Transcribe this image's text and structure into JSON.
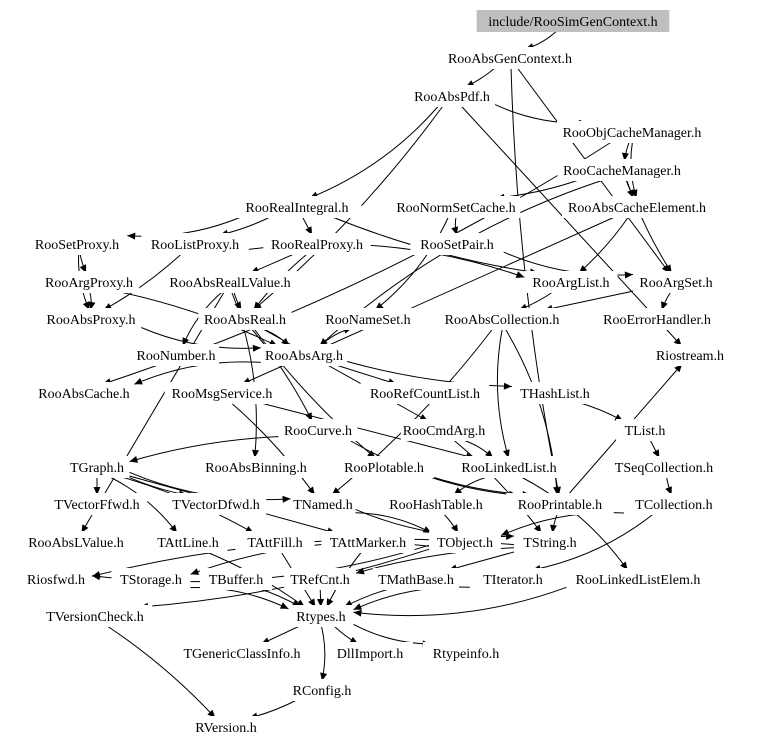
{
  "root": "include/RooSimGenContext.h",
  "nodes": [
    {
      "id": "root",
      "label": "include/RooSimGenContext.h",
      "highlight": true
    },
    {
      "id": "agc",
      "label": "RooAbsGenContext.h"
    },
    {
      "id": "apdf",
      "label": "RooAbsPdf.h"
    },
    {
      "id": "ocm",
      "label": "RooObjCacheManager.h"
    },
    {
      "id": "ccm",
      "label": "RooCacheManager.h"
    },
    {
      "id": "ri",
      "label": "RooRealIntegral.h"
    },
    {
      "id": "nsc",
      "label": "RooNormSetCache.h"
    },
    {
      "id": "ace",
      "label": "RooAbsCacheElement.h"
    },
    {
      "id": "sp",
      "label": "RooSetProxy.h"
    },
    {
      "id": "lp",
      "label": "RooListProxy.h"
    },
    {
      "id": "rp",
      "label": "RooRealProxy.h"
    },
    {
      "id": "spair",
      "label": "RooSetPair.h"
    },
    {
      "id": "ap",
      "label": "RooArgProxy.h"
    },
    {
      "id": "arlv",
      "label": "RooAbsRealLValue.h"
    },
    {
      "id": "al",
      "label": "RooArgList.h"
    },
    {
      "id": "as",
      "label": "RooArgSet.h"
    },
    {
      "id": "aproxy",
      "label": "RooAbsProxy.h"
    },
    {
      "id": "areal",
      "label": "RooAbsReal.h"
    },
    {
      "id": "ns",
      "label": "RooNameSet.h"
    },
    {
      "id": "acoll",
      "label": "RooAbsCollection.h"
    },
    {
      "id": "eh",
      "label": "RooErrorHandler.h"
    },
    {
      "id": "num",
      "label": "RooNumber.h"
    },
    {
      "id": "aarg",
      "label": "RooAbsArg.h"
    },
    {
      "id": "riostream",
      "label": "Riostream.h"
    },
    {
      "id": "acache",
      "label": "RooAbsCache.h"
    },
    {
      "id": "msg",
      "label": "RooMsgService.h"
    },
    {
      "id": "rcl",
      "label": "RooRefCountList.h"
    },
    {
      "id": "thl",
      "label": "THashList.h"
    },
    {
      "id": "curve",
      "label": "RooCurve.h"
    },
    {
      "id": "cmd",
      "label": "RooCmdArg.h"
    },
    {
      "id": "tlist",
      "label": "TList.h"
    },
    {
      "id": "tgraph",
      "label": "TGraph.h"
    },
    {
      "id": "abin",
      "label": "RooAbsBinning.h"
    },
    {
      "id": "plot",
      "label": "RooPlotable.h"
    },
    {
      "id": "ll",
      "label": "RooLinkedList.h"
    },
    {
      "id": "tseq",
      "label": "TSeqCollection.h"
    },
    {
      "id": "tvff",
      "label": "TVectorFfwd.h"
    },
    {
      "id": "tvdf",
      "label": "TVectorDfwd.h"
    },
    {
      "id": "tnamed",
      "label": "TNamed.h"
    },
    {
      "id": "ht",
      "label": "RooHashTable.h"
    },
    {
      "id": "printable",
      "label": "RooPrintable.h"
    },
    {
      "id": "tcoll",
      "label": "TCollection.h"
    },
    {
      "id": "alv",
      "label": "RooAbsLValue.h"
    },
    {
      "id": "tattline",
      "label": "TAttLine.h"
    },
    {
      "id": "tattfill",
      "label": "TAttFill.h"
    },
    {
      "id": "tattmarker",
      "label": "TAttMarker.h"
    },
    {
      "id": "tobject",
      "label": "TObject.h"
    },
    {
      "id": "tstring",
      "label": "TString.h"
    },
    {
      "id": "riosfwd",
      "label": "Riosfwd.h"
    },
    {
      "id": "tstorage",
      "label": "TStorage.h"
    },
    {
      "id": "tbuffer",
      "label": "TBuffer.h"
    },
    {
      "id": "trefcnt",
      "label": "TRefCnt.h"
    },
    {
      "id": "tmath",
      "label": "TMathBase.h"
    },
    {
      "id": "titer",
      "label": "TIterator.h"
    },
    {
      "id": "lle",
      "label": "RooLinkedListElem.h"
    },
    {
      "id": "tvc",
      "label": "TVersionCheck.h"
    },
    {
      "id": "rtypes",
      "label": "Rtypes.h"
    },
    {
      "id": "tgci",
      "label": "TGenericClassInfo.h"
    },
    {
      "id": "dll",
      "label": "DllImport.h"
    },
    {
      "id": "rtinfo",
      "label": "Rtypeinfo.h"
    },
    {
      "id": "rconfig",
      "label": "RConfig.h"
    },
    {
      "id": "rversion",
      "label": "RVersion.h"
    }
  ],
  "edges": [
    [
      "root",
      "agc"
    ],
    [
      "agc",
      "apdf"
    ],
    [
      "agc",
      "as"
    ],
    [
      "agc",
      "printable"
    ],
    [
      "apdf",
      "ocm"
    ],
    [
      "apdf",
      "ri"
    ],
    [
      "apdf",
      "areal"
    ],
    [
      "apdf",
      "riostream"
    ],
    [
      "ocm",
      "ccm"
    ],
    [
      "ocm",
      "ace"
    ],
    [
      "ocm",
      "acache"
    ],
    [
      "ccm",
      "nsc"
    ],
    [
      "ccm",
      "ace"
    ],
    [
      "ccm",
      "as"
    ],
    [
      "ccm",
      "aarg"
    ],
    [
      "ri",
      "sp"
    ],
    [
      "ri",
      "lp"
    ],
    [
      "ri",
      "rp"
    ],
    [
      "ri",
      "al"
    ],
    [
      "nsc",
      "spair"
    ],
    [
      "nsc",
      "ns"
    ],
    [
      "ace",
      "al"
    ],
    [
      "ace",
      "msg"
    ],
    [
      "sp",
      "ap"
    ],
    [
      "sp",
      "aproxy"
    ],
    [
      "lp",
      "al"
    ],
    [
      "lp",
      "aproxy"
    ],
    [
      "rp",
      "arlv"
    ],
    [
      "rp",
      "areal"
    ],
    [
      "spair",
      "as"
    ],
    [
      "ap",
      "aproxy"
    ],
    [
      "ap",
      "aarg"
    ],
    [
      "arlv",
      "alv"
    ],
    [
      "arlv",
      "areal"
    ],
    [
      "arlv",
      "num"
    ],
    [
      "arlv",
      "abin"
    ],
    [
      "al",
      "acoll"
    ],
    [
      "as",
      "acoll"
    ],
    [
      "as",
      "eh"
    ],
    [
      "aproxy",
      "aarg"
    ],
    [
      "areal",
      "aarg"
    ],
    [
      "areal",
      "curve"
    ],
    [
      "areal",
      "cmd"
    ],
    [
      "areal",
      "plot"
    ],
    [
      "acoll",
      "ll"
    ],
    [
      "acoll",
      "printable"
    ],
    [
      "acoll",
      "tnamed"
    ],
    [
      "aarg",
      "rcl"
    ],
    [
      "aarg",
      "thl"
    ],
    [
      "aarg",
      "acache"
    ],
    [
      "aarg",
      "ns"
    ],
    [
      "thl",
      "tlist"
    ],
    [
      "tlist",
      "tseq"
    ],
    [
      "tseq",
      "tcoll"
    ],
    [
      "tcoll",
      "tobject"
    ],
    [
      "tcoll",
      "titer"
    ],
    [
      "msg",
      "tnamed"
    ],
    [
      "msg",
      "ll"
    ],
    [
      "curve",
      "tgraph"
    ],
    [
      "curve",
      "printable"
    ],
    [
      "cmd",
      "ll"
    ],
    [
      "cmd",
      "tstring"
    ],
    [
      "tgraph",
      "tvff"
    ],
    [
      "tgraph",
      "tvdf"
    ],
    [
      "tgraph",
      "tnamed"
    ],
    [
      "tgraph",
      "tattline"
    ],
    [
      "tgraph",
      "tattfill"
    ],
    [
      "tgraph",
      "tattmarker"
    ],
    [
      "plot",
      "printable"
    ],
    [
      "ll",
      "ht"
    ],
    [
      "ll",
      "lle"
    ],
    [
      "ht",
      "tobject"
    ],
    [
      "printable",
      "riostream"
    ],
    [
      "printable",
      "tstring"
    ],
    [
      "tnamed",
      "tstring"
    ],
    [
      "tnamed",
      "tobject"
    ],
    [
      "tattline",
      "rtypes"
    ],
    [
      "tattfill",
      "rtypes"
    ],
    [
      "tattmarker",
      "rtypes"
    ],
    [
      "tobject",
      "tstorage"
    ],
    [
      "tobject",
      "riosfwd"
    ],
    [
      "tobject",
      "tvc"
    ],
    [
      "tstring",
      "tmath"
    ],
    [
      "tstring",
      "trefcnt"
    ],
    [
      "tstring",
      "riosfwd"
    ],
    [
      "tstorage",
      "rtypes"
    ],
    [
      "tbuffer",
      "rtypes"
    ],
    [
      "trefcnt",
      "rtypes"
    ],
    [
      "tmath",
      "rtypes"
    ],
    [
      "titer",
      "rtypes"
    ],
    [
      "lle",
      "rtypes"
    ],
    [
      "tvc",
      "rversion"
    ],
    [
      "rtypes",
      "tgci"
    ],
    [
      "rtypes",
      "dll"
    ],
    [
      "rtypes",
      "rtinfo"
    ],
    [
      "rtypes",
      "rconfig"
    ],
    [
      "rconfig",
      "rversion"
    ]
  ]
}
